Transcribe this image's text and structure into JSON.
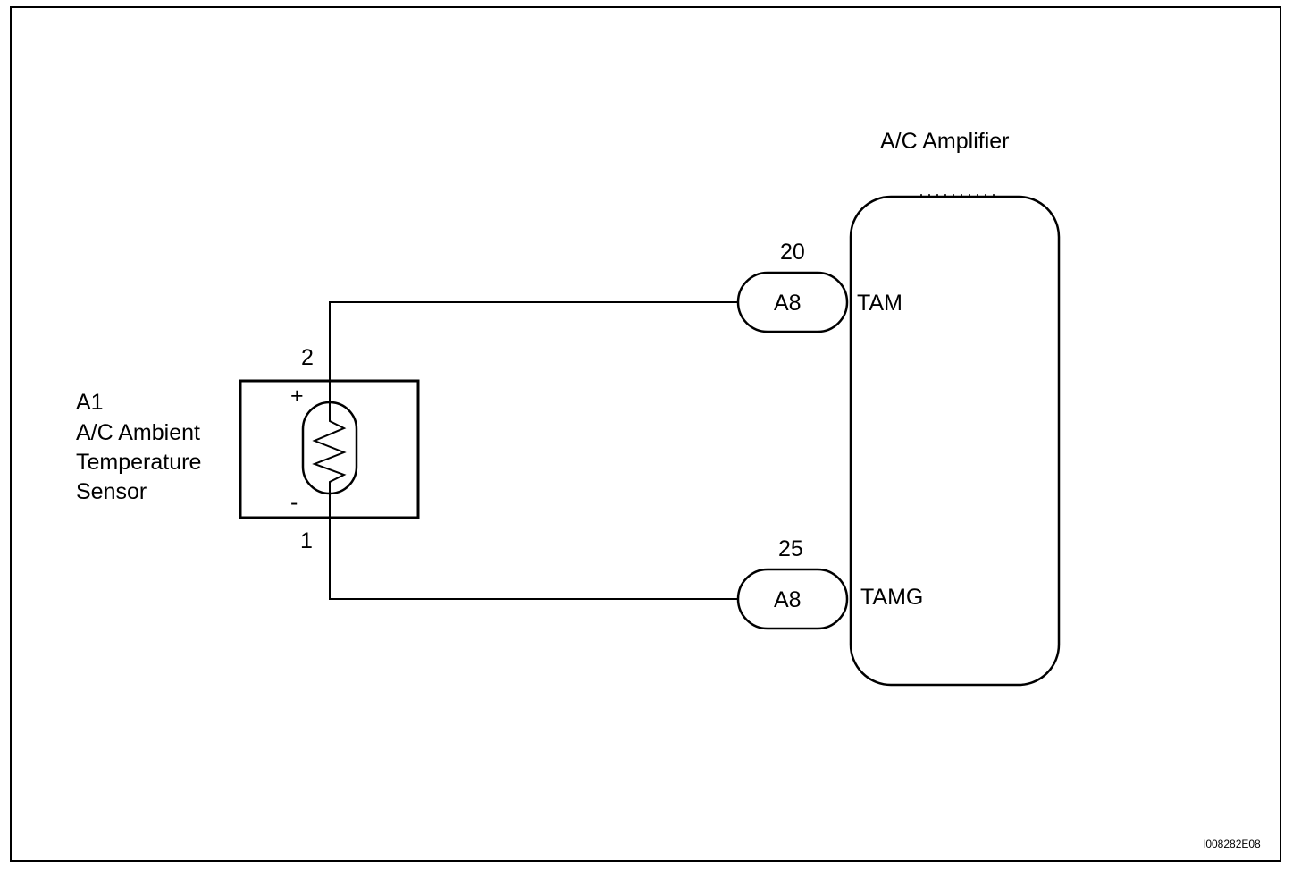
{
  "amplifier": {
    "title": "A/C Amplifier"
  },
  "sensor": {
    "code": "A1",
    "name_line1": "A/C Ambient",
    "name_line2": "Temperature",
    "name_line3": "Sensor",
    "plus_sign": "+",
    "minus_sign": "-",
    "pin_top": "2",
    "pin_bottom": "1"
  },
  "connectors": [
    {
      "pin": "20",
      "code": "A8",
      "terminal": "TAM"
    },
    {
      "pin": "25",
      "code": "A8",
      "terminal": "TAMG"
    }
  ],
  "figure_id": "I008282E08",
  "colors": {
    "line": "#000000",
    "background": "#ffffff"
  }
}
